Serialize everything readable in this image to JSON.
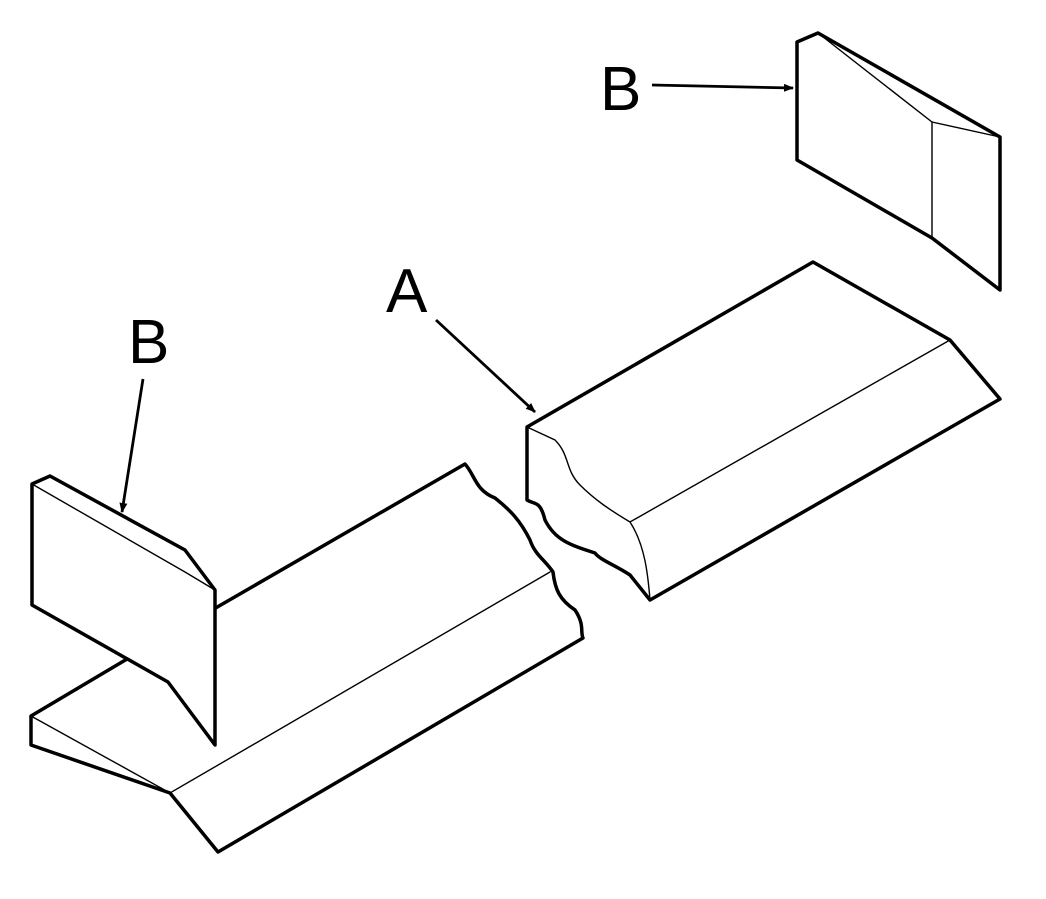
{
  "diagram": {
    "labels": {
      "top_right_b": "B",
      "center_a": "A",
      "left_b": "B"
    },
    "colors": {
      "stroke": "#000000",
      "fill": "#ffffff"
    },
    "parts": [
      {
        "name": "base-plate-left",
        "description_icon": "beveled-plate"
      },
      {
        "name": "base-plate-right",
        "description_icon": "beveled-plate"
      },
      {
        "name": "vertical-plate-left",
        "description_icon": "beveled-plate"
      },
      {
        "name": "separate-plate-top-right",
        "description_icon": "beveled-plate"
      }
    ]
  }
}
